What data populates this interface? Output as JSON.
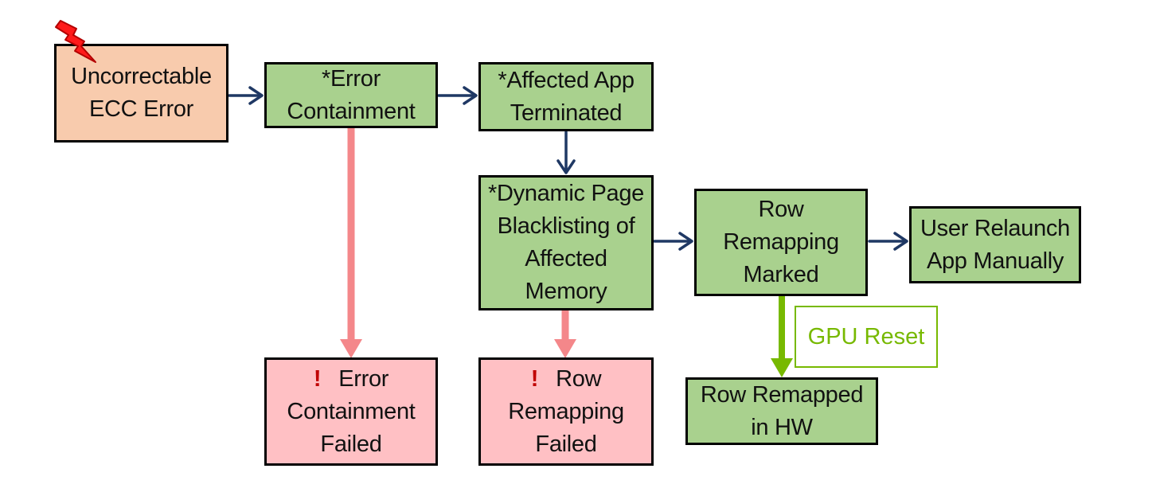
{
  "nodes": {
    "uncorrectable": {
      "lines": [
        "Uncorrectable",
        "ECC Error"
      ]
    },
    "containment": {
      "lines": [
        "*Error",
        "Containment"
      ]
    },
    "app_terminated": {
      "lines": [
        "*Affected App",
        "Terminated"
      ]
    },
    "blacklisting": {
      "lines": [
        "*Dynamic Page",
        "Blacklisting of",
        "Affected",
        "Memory"
      ]
    },
    "row_marked": {
      "lines": [
        "Row",
        "Remapping",
        "Marked"
      ]
    },
    "user_relaunch": {
      "lines": [
        "User Relaunch",
        "App Manually"
      ]
    },
    "containment_failed": {
      "mark": "!",
      "lines": [
        "Error",
        "Containment",
        "Failed"
      ]
    },
    "remapping_failed": {
      "mark": "!",
      "lines": [
        "Row",
        "Remapping",
        "Failed"
      ]
    },
    "row_remapped": {
      "lines": [
        "Row Remapped",
        "in HW"
      ]
    }
  },
  "gpu_reset": "GPU Reset",
  "colors": {
    "flow_arrow": "#1f3864",
    "failure_arrow": "#f4878a",
    "reset_arrow": "#77b900",
    "green_box": "#a9d18e",
    "orange_box": "#f8cbad",
    "pink_box": "#ffc0c4",
    "error_mark": "#c00000",
    "lightning_fill": "#ff1a1a",
    "lightning_outline": "#b30000"
  },
  "icons": {
    "error_origin": "lightning-bolt-icon",
    "failure_mark": "exclamation-icon"
  }
}
